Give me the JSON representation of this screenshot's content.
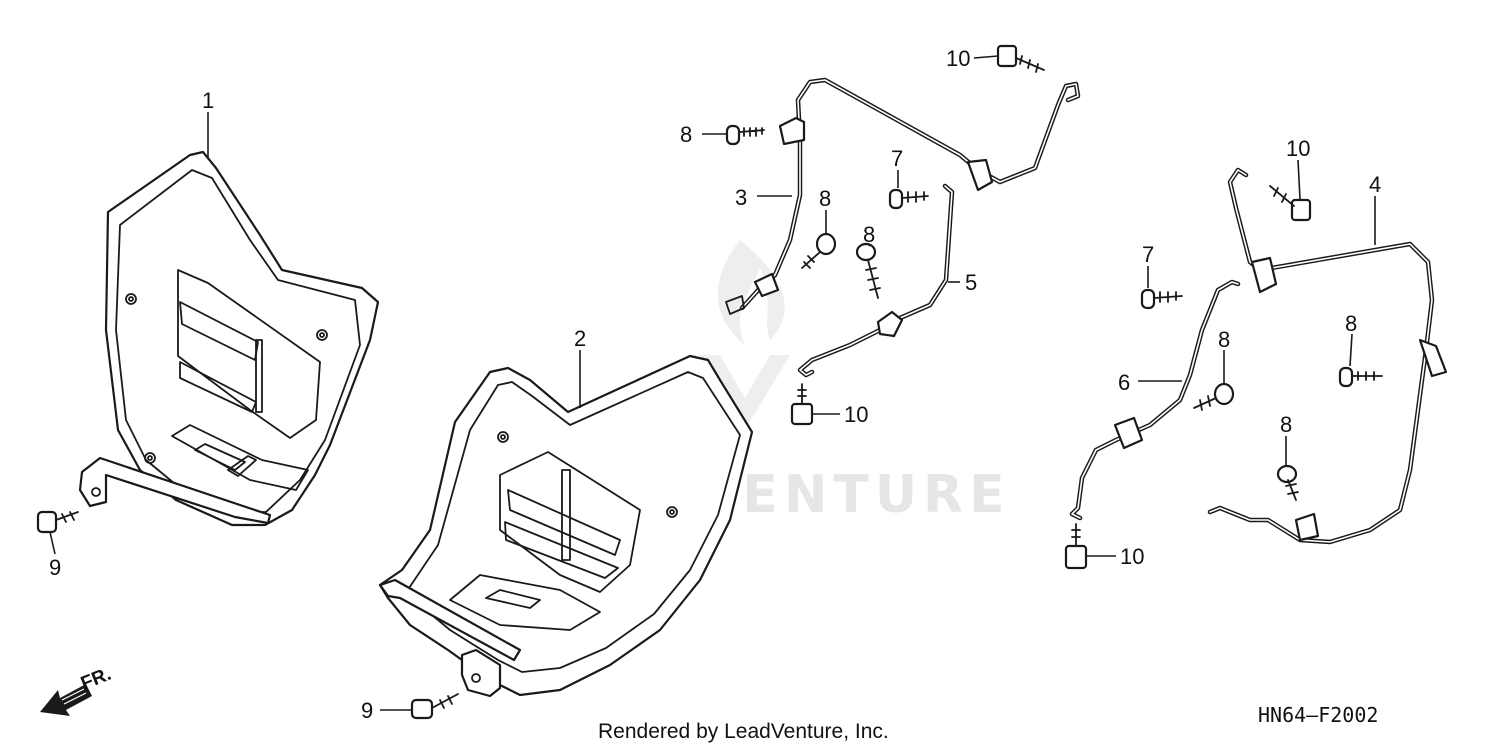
{
  "callouts": {
    "n1": "1",
    "n2": "2",
    "n3": "3",
    "n4": "4",
    "n5": "5",
    "n6": "6",
    "n7a": "7",
    "n7b": "7",
    "n8a": "8",
    "n8b": "8",
    "n8c": "8",
    "n8d": "8",
    "n8e": "8",
    "n8f": "8",
    "n9a": "9",
    "n9b": "9",
    "n10a": "10",
    "n10b": "10",
    "n10c": "10",
    "n10d": "10"
  },
  "direction_label": "FR.",
  "watermark": "LEADVENTURE",
  "credit": "Rendered by LeadVenture, Inc.",
  "diagram_code": "HN64—F2002",
  "colors": {
    "line": "#1a1a1a",
    "watermark": "#e6e6e6",
    "background": "#ffffff"
  }
}
